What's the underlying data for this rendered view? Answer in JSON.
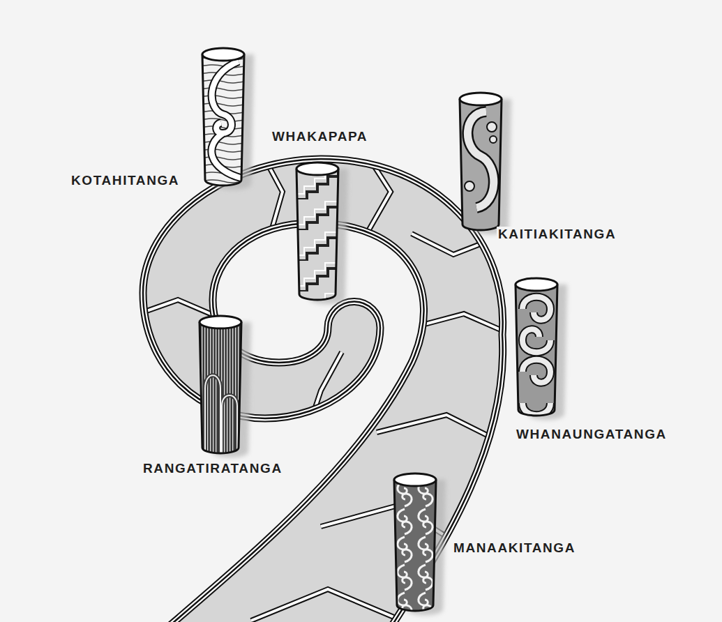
{
  "diagram": {
    "labels": [
      "WHAKAPAPA",
      "KOTAHITANGA",
      "KAITIAKITANGA",
      "WHANAUNGATANGA",
      "RANGATIRATANGA",
      "MANAAKITANGA"
    ]
  }
}
